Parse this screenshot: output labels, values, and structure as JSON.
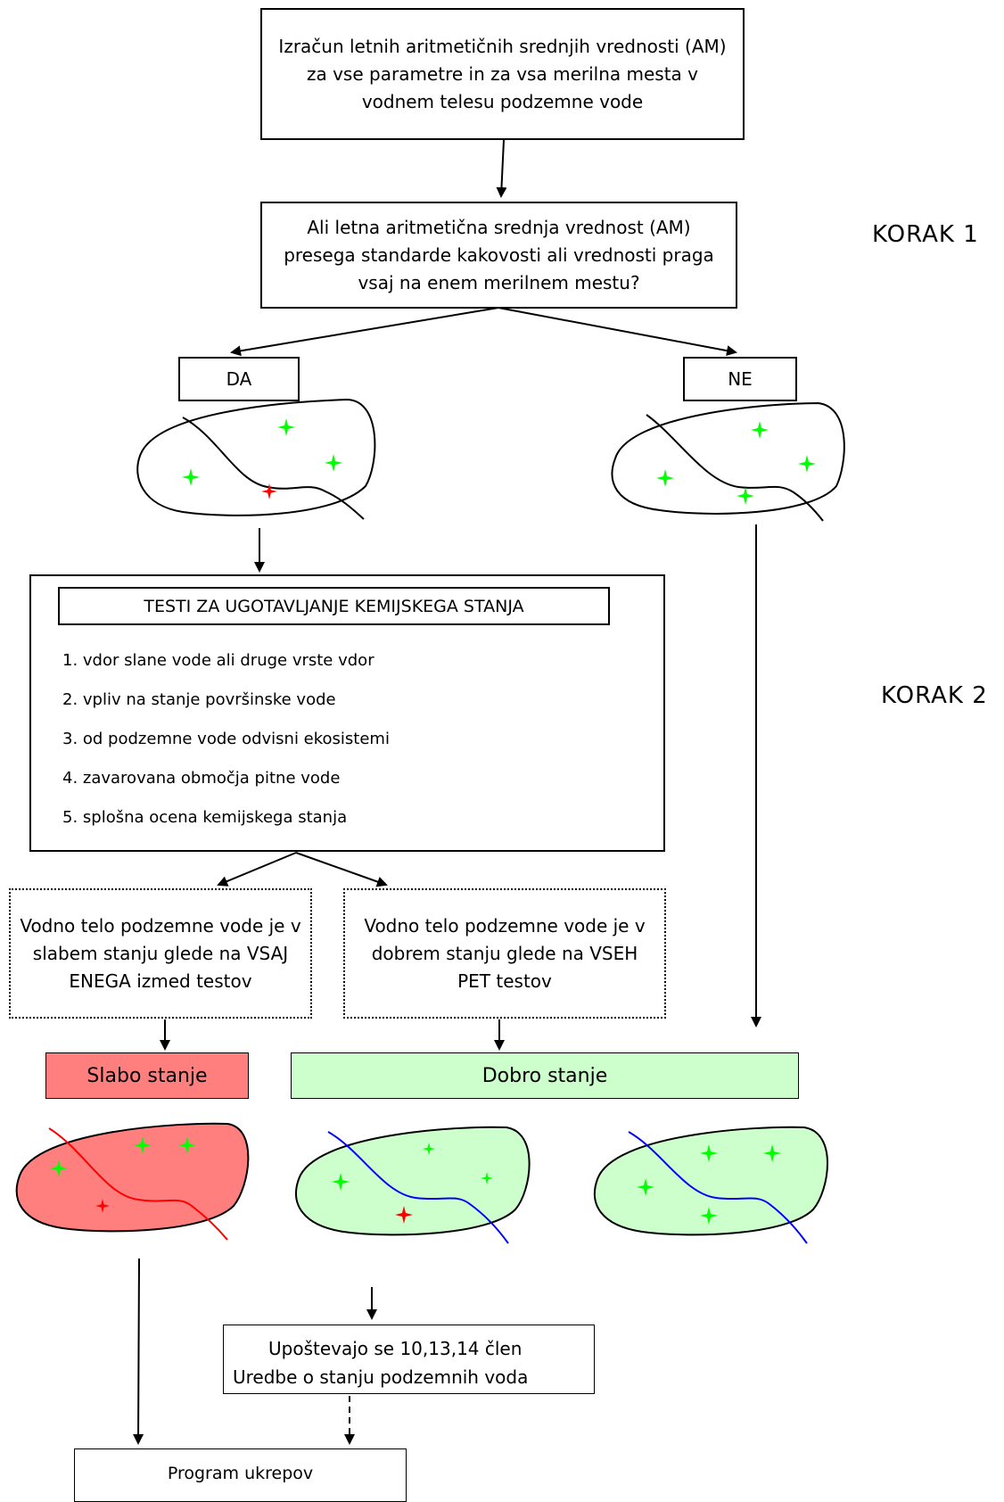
{
  "step_labels": {
    "step1": "KORAK 1",
    "step2": "KORAK 2"
  },
  "boxes": {
    "compute": "Izračun letnih aritmetičnih srednjih vrednosti (AM) za vse parametre in za vsa merilna mesta v vodnem telesu podzemne vode",
    "question": "Ali letna aritmetična srednja vrednost (AM) presega standarde kakovosti ali vrednosti praga vsaj na enem merilnem mestu?",
    "yes": "DA",
    "no": "NE",
    "tests_title": "TESTI ZA UGOTAVLJANJE KEMIJSKEGA STANJA",
    "tests": [
      "1. vdor slane vode ali druge vrste vdor",
      "2. vpliv na stanje površinske vode",
      "3. od podzemne vode odvisni ekosistemi",
      "4. zavarovana območja pitne vode",
      "5. splošna ocena kemijskega stanja"
    ],
    "poor_result": "Vodno telo podzemne vode je v slabem stanju glede na VSAJ ENEGA izmed testov",
    "good_result": "Vodno telo podzemne vode je v dobrem stanju glede na VSEH PET testov",
    "poor_status": "Slabo stanje",
    "good_status": "Dobro stanje",
    "regulation": "Upoštevajo se 10,13,14 člen Uredbe o stanju podzemnih voda",
    "measures": "Program ukrepov"
  },
  "colors": {
    "poor_fill": "#ff7f7f",
    "good_fill": "#ccffcc",
    "green_marker": "#00ff00",
    "red_marker": "#ff0000",
    "blue_line": "#0000ff",
    "red_line": "#ff0000"
  },
  "icons": [
    "groundwater-body-blob",
    "monitoring-point-star"
  ]
}
